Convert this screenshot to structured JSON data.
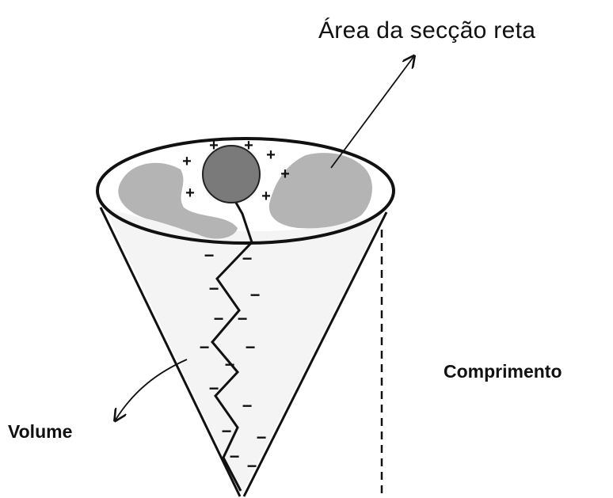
{
  "labels": {
    "cross_section_area": "Área da secção reta",
    "length": "Comprimento",
    "volume": "Volume"
  },
  "charge_signs": {
    "positive": "+",
    "negative": "−"
  },
  "colors": {
    "line": "#111111",
    "shaded_region": "#b4b4b4",
    "charge_ball": "#7a7a7a",
    "background": "#ffffff"
  }
}
